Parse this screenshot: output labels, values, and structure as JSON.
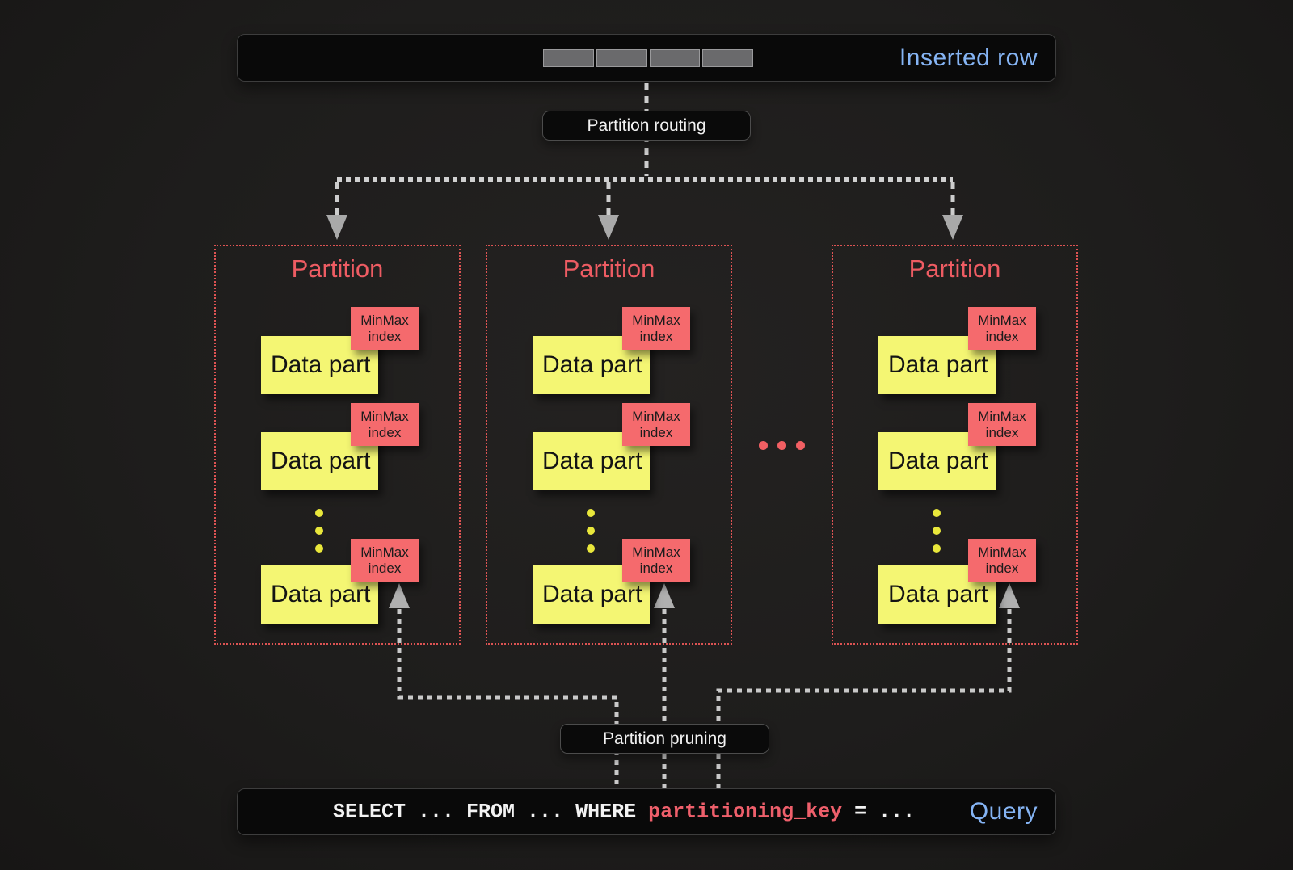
{
  "inserted_row": {
    "label": "Inserted row",
    "segment_count": 4
  },
  "routing_label": "Partition routing",
  "pruning_label": "Partition pruning",
  "partitions": [
    {
      "title": "Partition",
      "parts": [
        {
          "label": "Data part",
          "index_label": "MinMax index"
        },
        {
          "label": "Data part",
          "index_label": "MinMax index"
        },
        {
          "label": "Data part",
          "index_label": "MinMax index"
        }
      ]
    },
    {
      "title": "Partition",
      "parts": [
        {
          "label": "Data part",
          "index_label": "MinMax index"
        },
        {
          "label": "Data part",
          "index_label": "MinMax index"
        },
        {
          "label": "Data part",
          "index_label": "MinMax index"
        }
      ]
    },
    {
      "title": "Partition",
      "parts": [
        {
          "label": "Data part",
          "index_label": "MinMax index"
        },
        {
          "label": "Data part",
          "index_label": "MinMax index"
        },
        {
          "label": "Data part",
          "index_label": "MinMax index"
        }
      ]
    }
  ],
  "query": {
    "sql_prefix": "SELECT ... FROM ... WHERE ",
    "sql_key": "partitioning_key",
    "sql_equals": " = ...",
    "label": "Query"
  },
  "colors": {
    "background": "#1e1d1c",
    "box_black": "#090909",
    "accent_blue": "#85b4f4",
    "partition_red_border": "#dd5353",
    "partition_title_red": "#ee5c63",
    "datapart_yellow": "#f4f673",
    "minmax_red": "#f56a6d",
    "sql_key_red": "#ee5f6b",
    "wire_gray": "#c9c9c9"
  }
}
